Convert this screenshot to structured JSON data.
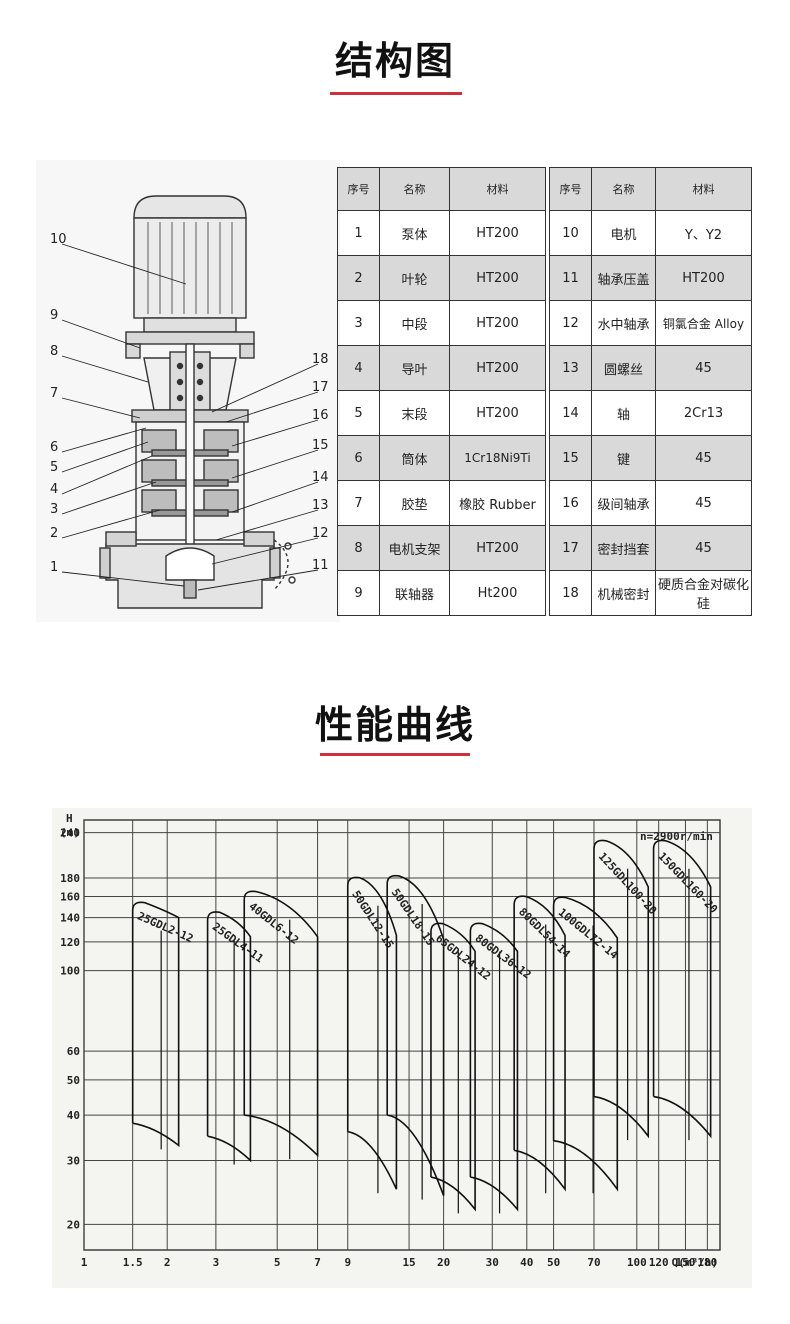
{
  "section1": {
    "title": "结构图"
  },
  "section2": {
    "title": "性能曲线"
  },
  "diagram": {
    "callouts": [
      "1",
      "2",
      "3",
      "4",
      "5",
      "6",
      "7",
      "8",
      "9",
      "10",
      "11",
      "12",
      "13",
      "14",
      "15",
      "16",
      "17",
      "18"
    ]
  },
  "parts_table": {
    "headers": [
      "序号",
      "名称",
      "材料",
      "序号",
      "名称",
      "材料"
    ],
    "rows": [
      [
        "1",
        "泵体",
        "HT200",
        "10",
        "电机",
        "Y、Y2"
      ],
      [
        "2",
        "叶轮",
        "HT200",
        "11",
        "轴承压盖",
        "HT200"
      ],
      [
        "3",
        "中段",
        "HT200",
        "12",
        "水中轴承",
        "铜氯合金 Alloy"
      ],
      [
        "4",
        "导叶",
        "HT200",
        "13",
        "圆螺丝",
        "45"
      ],
      [
        "5",
        "末段",
        "HT200",
        "14",
        "轴",
        "2Cr13"
      ],
      [
        "6",
        "筒体",
        "1Cr18Ni9Ti",
        "15",
        "键",
        "45"
      ],
      [
        "7",
        "胶垫",
        "橡胶 Rubber",
        "16",
        "级间轴承",
        "45"
      ],
      [
        "8",
        "电机支架",
        "HT200",
        "17",
        "密封挡套",
        "45"
      ],
      [
        "9",
        "联轴器",
        "Ht200",
        "18",
        "机械密封",
        "硬质合金对碳化硅"
      ]
    ]
  },
  "chart_data": {
    "type": "line",
    "title": "",
    "speed_note": "n=2900r/min",
    "ylabel_top": "H",
    "ylabel_unit": "(m)",
    "xlabel": "Q(m³/h)",
    "y_scale": "log",
    "x_scale": "log",
    "y_ticks": [
      "20",
      "30",
      "40",
      "50",
      "60",
      "100",
      "120",
      "140",
      "160",
      "180",
      "240"
    ],
    "x_ticks": [
      "1",
      "1.5",
      "2",
      "3",
      "5",
      "7",
      "9",
      "15",
      "20",
      "30",
      "40",
      "50",
      "70",
      "100",
      "120",
      "150",
      "180"
    ],
    "grid": true,
    "series": [
      {
        "name": "25GDL2-12",
        "q_range": [
          1.5,
          2.2
        ],
        "h_top": [
          152,
          140
        ],
        "h_bottom": [
          38,
          33
        ]
      },
      {
        "name": "25GDL4-11",
        "q_range": [
          2.8,
          4.0
        ],
        "h_top": [
          143,
          124
        ],
        "h_bottom": [
          35,
          30
        ]
      },
      {
        "name": "40GDL6-12",
        "q_range": [
          3.8,
          7.0
        ],
        "h_top": [
          163,
          124
        ],
        "h_bottom": [
          40,
          31
        ]
      },
      {
        "name": "50GDL12-15",
        "q_range": [
          9.0,
          13.5
        ],
        "h_top": [
          178,
          125
        ],
        "h_bottom": [
          36,
          25
        ]
      },
      {
        "name": "50GDL18-15",
        "q_range": [
          12.5,
          20.0
        ],
        "h_top": [
          180,
          122
        ],
        "h_bottom": [
          40,
          24
        ]
      },
      {
        "name": "65GDL24-12",
        "q_range": [
          18.0,
          26.0
        ],
        "h_top": [
          133,
          113
        ],
        "h_bottom": [
          27,
          22
        ]
      },
      {
        "name": "80GDL36-12",
        "q_range": [
          25.0,
          37.0
        ],
        "h_top": [
          133,
          113
        ],
        "h_bottom": [
          27,
          22
        ]
      },
      {
        "name": "80GDL54-14",
        "q_range": [
          36.0,
          55.0
        ],
        "h_top": [
          158,
          125
        ],
        "h_bottom": [
          32,
          25
        ]
      },
      {
        "name": "100GDL72-14",
        "q_range": [
          50.0,
          85.0
        ],
        "h_top": [
          157,
          123
        ],
        "h_bottom": [
          34,
          25
        ]
      },
      {
        "name": "125GDL100-20",
        "q_range": [
          70.0,
          110.0
        ],
        "h_top": [
          225,
          170
        ],
        "h_bottom": [
          45,
          35
        ]
      },
      {
        "name": "150GDL160-20",
        "q_range": [
          115.0,
          185.0
        ],
        "h_top": [
          225,
          170
        ],
        "h_bottom": [
          45,
          35
        ]
      }
    ]
  }
}
